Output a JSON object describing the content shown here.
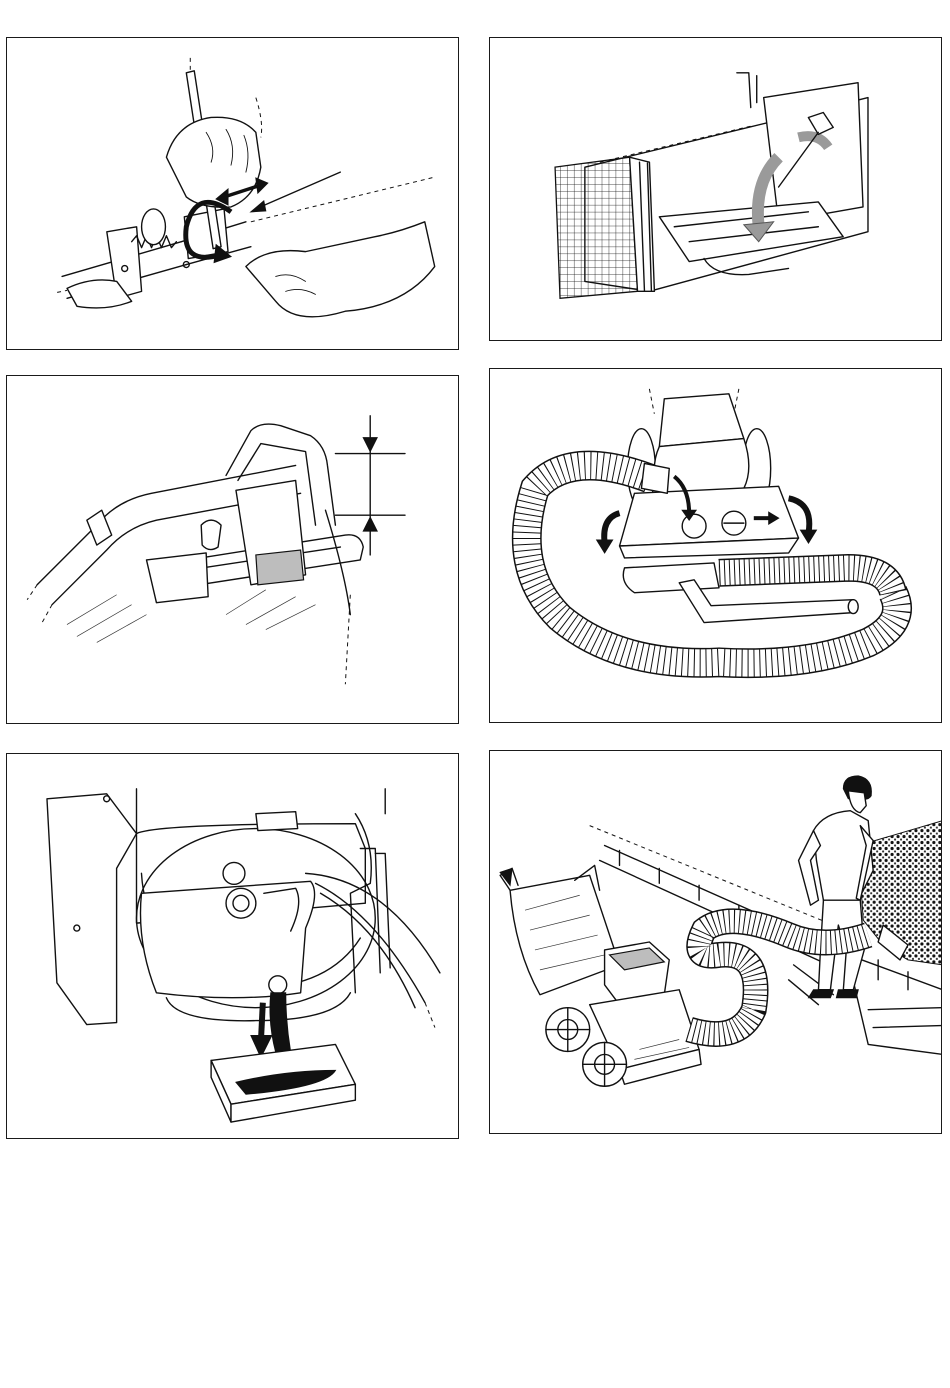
{
  "page": {
    "panels": [
      {
        "id": "p1",
        "illustration": "hand-adjusting-cable-lever-icon"
      },
      {
        "id": "p2",
        "illustration": "air-filter-cleaning-icon"
      },
      {
        "id": "p3",
        "illustration": "handle-height-measurement-icon"
      },
      {
        "id": "p4",
        "illustration": "hose-attachment-icon"
      },
      {
        "id": "p5",
        "illustration": "oil-draining-icon"
      },
      {
        "id": "p6",
        "illustration": "operator-using-hose-icon"
      }
    ]
  },
  "colors": {
    "line": "#111111",
    "background": "#ffffff",
    "shade": "#bdbdbd"
  }
}
